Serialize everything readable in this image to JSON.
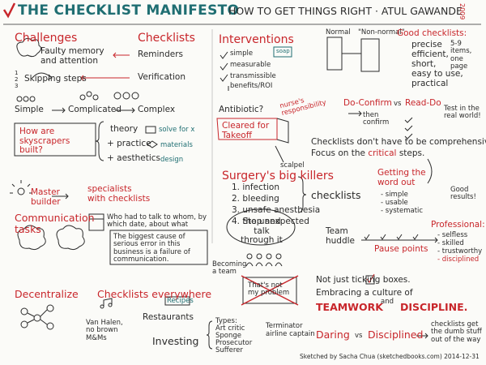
{
  "header": {
    "title": "THE CHECKLIST MANIFESTO",
    "subtitle": "HOW TO GET THINGS RIGHT · ATUL GAWANDE",
    "year": "2009"
  },
  "challenges": {
    "heading": "Challenges",
    "memory": "Faulty memory and attention",
    "skipping": "Skipping steps",
    "simple": "Simple",
    "complicated": "Complicated",
    "complex": "Complex"
  },
  "checklists": {
    "heading": "Checklists",
    "reminders": "Reminders",
    "verification": "Verification"
  },
  "interventions": {
    "heading": "Interventions",
    "items": [
      "simple",
      "measurable",
      "transmissible",
      "benefits/ROI"
    ],
    "soap": "soap"
  },
  "normal": {
    "normal": "Normal",
    "non_normal": "\"Non-normal\"",
    "good_heading": "Good checklists:",
    "good_items": [
      "precise",
      "efficient,",
      "short,",
      "easy to use,",
      "practical"
    ],
    "size_note": "5-9 items, one page"
  },
  "skyscrapers": {
    "question": "How are skyscrapers built?",
    "theory": "theory",
    "practice": "+ practice",
    "aesthetics": "+ aesthetics",
    "solve": "solve for x",
    "materials": "materials",
    "design": "design"
  },
  "antibiotic": {
    "question": "Antibiotic?",
    "cleared": "Cleared for Takeoff",
    "nurse": "nurse's responsibility",
    "scalpel": "scalpel"
  },
  "confirm": {
    "do_confirm": "Do-Confirm",
    "vs": "vs",
    "read_do": "Read-Do",
    "then_confirm": "then confirm",
    "test": "Test in the real world!"
  },
  "not_comprehensive": {
    "line1": "Checklists don't have to be comprehensive.",
    "line2_pre": "Focus on the ",
    "line2_em": "critical",
    "line2_post": " steps."
  },
  "master": {
    "builder": "Master builder",
    "specialists": "specialists with checklists"
  },
  "killers": {
    "heading": "Surgery's big killers",
    "items": [
      "1. infection",
      "2. bleeding",
      "3. unsafe anesthesia",
      "4. the unexpected"
    ],
    "checklists": "checklists"
  },
  "wording": {
    "heading": "Getting the word out",
    "items": [
      "- simple",
      "- usable",
      "- systematic"
    ],
    "good_results": "Good results!"
  },
  "communication": {
    "heading": "Communication tasks",
    "who": "Who had to talk to whom, by which date, about what",
    "cause": "The biggest cause of serious error in this business is a failure of communication."
  },
  "team": {
    "stop": "Stop and talk through it",
    "becoming": "Becoming a team",
    "huddle": "Team huddle",
    "pause": "Pause points",
    "not_my": "That's not my problem"
  },
  "professional": {
    "heading": "Professional:",
    "items": [
      "- selfless",
      "- skilled",
      "- trustworthy",
      "- disciplined"
    ]
  },
  "culture": {
    "line1": "Not just ticking boxes.",
    "line2": "Embracing a culture of",
    "teamwork": "TEAMWORK",
    "and": "and",
    "discipline": "DISCIPLINE."
  },
  "bottom": {
    "decentralize": "Decentralize",
    "everywhere": "Checklists everywhere",
    "van_halen": "Van Halen, no brown M&Ms",
    "restaurants": "Restaurants",
    "recipes": "Recipes",
    "investing": "Investing",
    "types_heading": "Types:",
    "types_left": [
      "Art critic",
      "Sponge",
      "Prosecutor",
      "Sufferer"
    ],
    "types_right": [
      "Terminator",
      "airline captain"
    ],
    "daring": "Daring",
    "vs": "vs",
    "disciplined": "Disciplined",
    "dumb_stuff": "checklists get the dumb stuff out of the way"
  },
  "credit": "Sketched by Sacha Chua (sketchedbooks.com) 2014-12-31"
}
